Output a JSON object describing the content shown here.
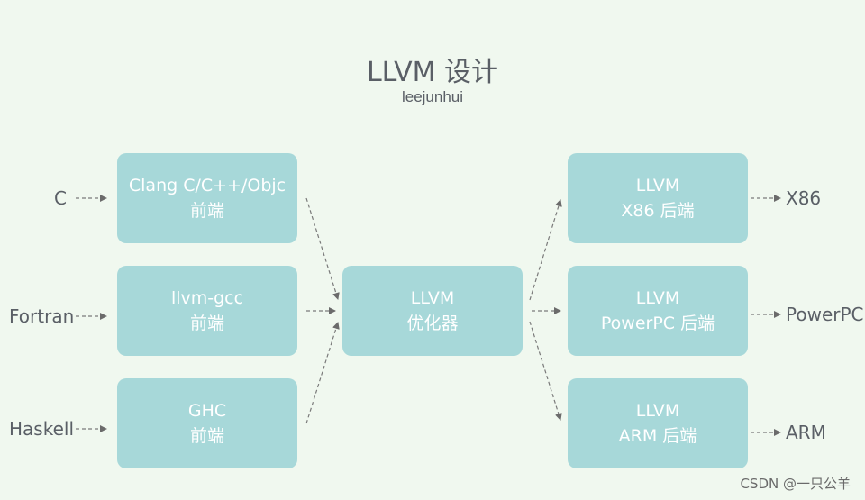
{
  "title": "LLVM 设计",
  "subtitle": "leejunhui",
  "inputs": {
    "c": "C",
    "fortran": "Fortran",
    "haskell": "Haskell"
  },
  "frontends": {
    "clang": {
      "line1": "Clang C/C++/Objc",
      "line2": "前端"
    },
    "llvm_gcc": {
      "line1": "llvm-gcc",
      "line2": "前端"
    },
    "ghc": {
      "line1": "GHC",
      "line2": "前端"
    }
  },
  "optimizer": {
    "line1": "LLVM",
    "line2": "优化器"
  },
  "backends": {
    "x86": {
      "line1": "LLVM",
      "line2": "X86 后端"
    },
    "powerpc": {
      "line1": "LLVM",
      "line2": "PowerPC 后端"
    },
    "arm": {
      "line1": "LLVM",
      "line2": "ARM 后端"
    }
  },
  "outputs": {
    "x86": "X86",
    "powerpc": "PowerPC",
    "arm": "ARM"
  },
  "watermark": "CSDN @一只公羊",
  "colors": {
    "background": "#f0f8ef",
    "box": "#a7d8d9",
    "text": "#5a5f66",
    "arrow": "#7a7a7a"
  }
}
